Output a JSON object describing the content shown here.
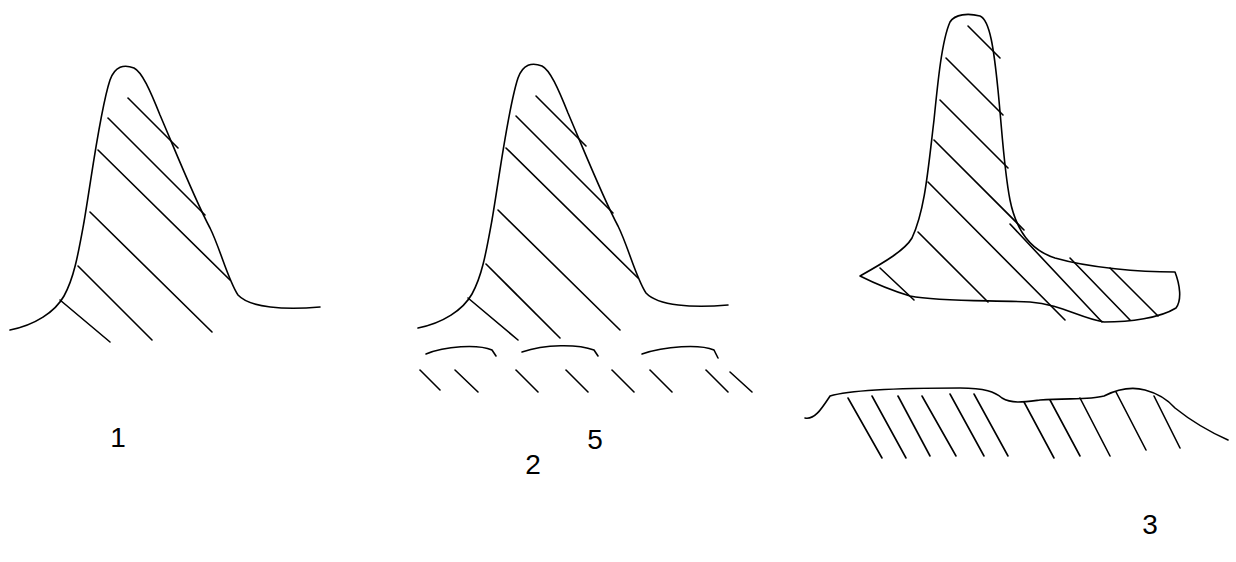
{
  "diagram": {
    "labels": [
      "1",
      "2",
      "5",
      "3"
    ]
  }
}
